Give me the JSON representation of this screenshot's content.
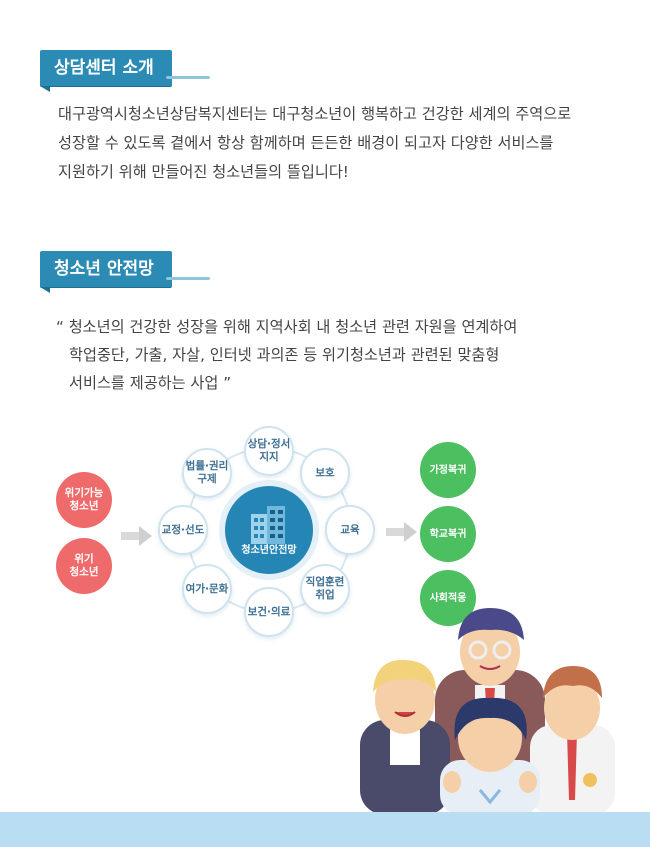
{
  "section1": {
    "title": "상담센터 소개",
    "lines": [
      "대구광역시청소년상담복지센터는 대구청소년이 행복하고 건강한 세계의 주역으로",
      "성장할 수 있도록 곁에서 항상 함께하며 든든한 배경이 되고자 다양한 서비스를",
      "지원하기 위해 만들어진 청소년들의 뜰입니다!"
    ]
  },
  "section2": {
    "title": "청소년 안전망",
    "quote_lines": [
      "“ 청소년의 건강한 성장을 위해 지역사회 내 청소년 관련 자원을 연계하여",
      "학업중단, 가출, 자살, 인터넷 과의존 등 위기청소년과 관련된 맞춤형",
      "서비스를 제공하는 사업 ”"
    ]
  },
  "diagram": {
    "left_nodes": [
      {
        "line1": "위기가능",
        "line2": "청소년"
      },
      {
        "line1": "위기",
        "line2": "청소년"
      }
    ],
    "center_label": "청소년안전망",
    "ring_nodes": [
      {
        "line1": "상담·정서",
        "line2": "지지"
      },
      {
        "line1": "보호",
        "line2": ""
      },
      {
        "line1": "교육",
        "line2": ""
      },
      {
        "line1": "직업훈련",
        "line2": "취업"
      },
      {
        "line1": "보건·의료",
        "line2": ""
      },
      {
        "line1": "여가·문화",
        "line2": ""
      },
      {
        "line1": "교정·선도",
        "line2": ""
      },
      {
        "line1": "법률·권리",
        "line2": "구제"
      }
    ],
    "right_nodes": [
      "가정복귀",
      "학교복귀",
      "사회적응"
    ]
  },
  "colors": {
    "badge": "#2c8bb5",
    "center": "#2585b4",
    "risk": "#ef6b6b",
    "outcome": "#4cbf61",
    "band": "#b9def3"
  }
}
